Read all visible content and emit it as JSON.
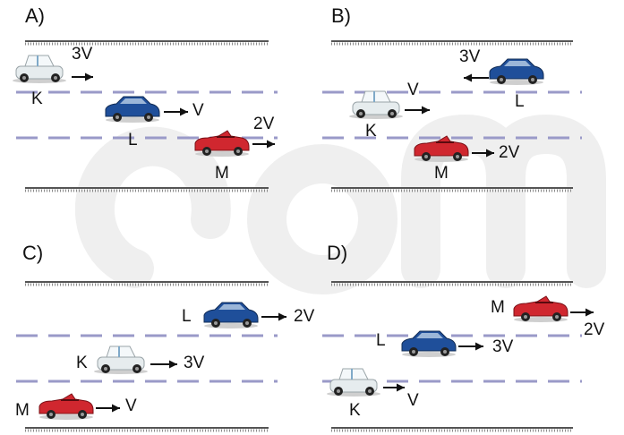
{
  "panels": [
    {
      "label": "A)",
      "cars": [
        {
          "name": "K",
          "color": "white",
          "speed": "3V",
          "direction": "right"
        },
        {
          "name": "L",
          "color": "blue",
          "speed": "V",
          "direction": "right"
        },
        {
          "name": "M",
          "color": "red",
          "speed": "2V",
          "direction": "right"
        }
      ]
    },
    {
      "label": "B)",
      "cars": [
        {
          "name": "L",
          "color": "blue",
          "speed": "3V",
          "direction": "left"
        },
        {
          "name": "K",
          "color": "white",
          "speed": "V",
          "direction": "right"
        },
        {
          "name": "M",
          "color": "red",
          "speed": "2V",
          "direction": "right"
        }
      ]
    },
    {
      "label": "C)",
      "cars": [
        {
          "name": "L",
          "color": "blue",
          "speed": "2V",
          "direction": "right"
        },
        {
          "name": "K",
          "color": "white",
          "speed": "3V",
          "direction": "right"
        },
        {
          "name": "M",
          "color": "red",
          "speed": "V",
          "direction": "right"
        }
      ]
    },
    {
      "label": "D)",
      "cars": [
        {
          "name": "M",
          "color": "red",
          "speed": "2V",
          "direction": "right"
        },
        {
          "name": "L",
          "color": "blue",
          "speed": "3V",
          "direction": "right"
        },
        {
          "name": "K",
          "color": "white",
          "speed": "V",
          "direction": "right"
        }
      ]
    }
  ],
  "colors": {
    "road_edge": "#555555",
    "lane_dash": "#9a9ac8",
    "car_blue": "#1f4f9a",
    "car_red": "#d0272f",
    "car_white": "#e6ecee",
    "watermark": "#efefef"
  }
}
